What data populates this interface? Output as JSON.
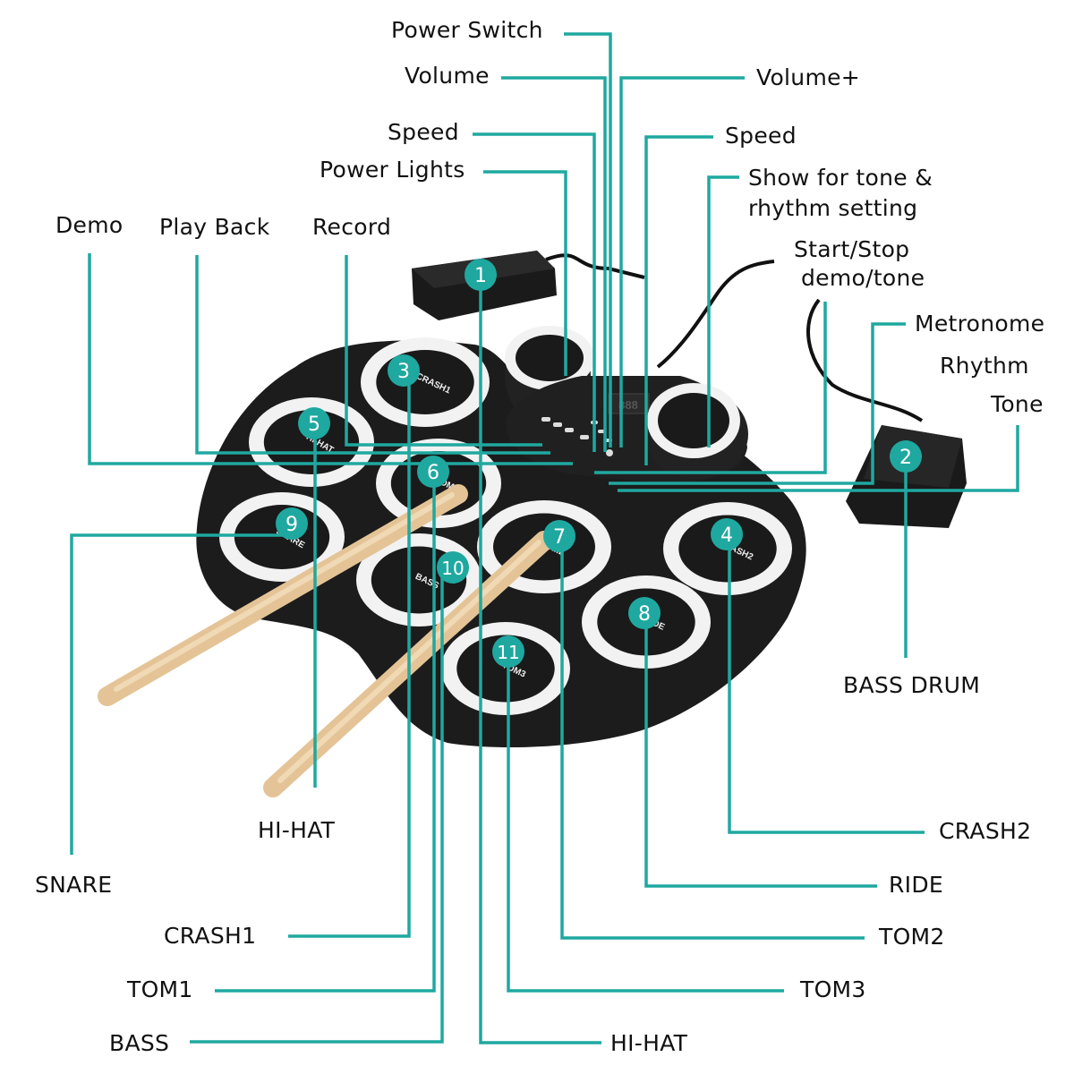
{
  "diagram": {
    "title": "Electronic roll-up drum kit parts diagram",
    "accent_color": "#1fa8a0",
    "pad_color": "#1a1a1a",
    "ring_color": "#f2f2f2",
    "stick_color": "#e8c99a",
    "top_labels": {
      "power_switch": "Power Switch",
      "volume_minus": "Volume",
      "volume_plus": "Volume+",
      "speed_left": "Speed",
      "speed_right": "Speed",
      "power_lights": "Power Lights",
      "show_tone_line1": "Show for tone &",
      "show_tone_line2": "rhythm setting",
      "demo": "Demo",
      "play_back": "Play Back",
      "record": "Record",
      "start_stop_line1": "Start/Stop",
      "start_stop_line2": "demo/tone",
      "metronome": "Metronome",
      "rhythm": "Rhythm",
      "tone": "Tone"
    },
    "badges": [
      {
        "num": "1",
        "part": "HI-HAT pedal"
      },
      {
        "num": "2",
        "part": "BASS DRUM pedal"
      },
      {
        "num": "3",
        "part": "CRASH1"
      },
      {
        "num": "4",
        "part": "CRASH2"
      },
      {
        "num": "5",
        "part": "HI-HAT"
      },
      {
        "num": "6",
        "part": "TOM1"
      },
      {
        "num": "7",
        "part": "TOM2"
      },
      {
        "num": "8",
        "part": "RIDE"
      },
      {
        "num": "9",
        "part": "SNARE"
      },
      {
        "num": "10",
        "part": "BASS"
      },
      {
        "num": "11",
        "part": "TOM3"
      }
    ],
    "pad_texts": {
      "crash1": "CRASH1",
      "hihat": "HI-HAT",
      "tom1": "TOM1",
      "snare": "SNARE",
      "bass": "BASS",
      "tom2": "TOM2",
      "crash2": "CRASH2",
      "ride": "RIDE",
      "tom3": "TOM3"
    },
    "display_text": "888",
    "bottom_labels": {
      "bass_drum": "BASS DRUM",
      "hihat_mid": "HI-HAT",
      "snare": "SNARE",
      "crash1": "CRASH1",
      "tom1": "TOM1",
      "bass": "BASS",
      "crash2": "CRASH2",
      "ride": "RIDE",
      "tom2": "TOM2",
      "tom3": "TOM3",
      "hihat_bottom": "HI-HAT"
    }
  }
}
